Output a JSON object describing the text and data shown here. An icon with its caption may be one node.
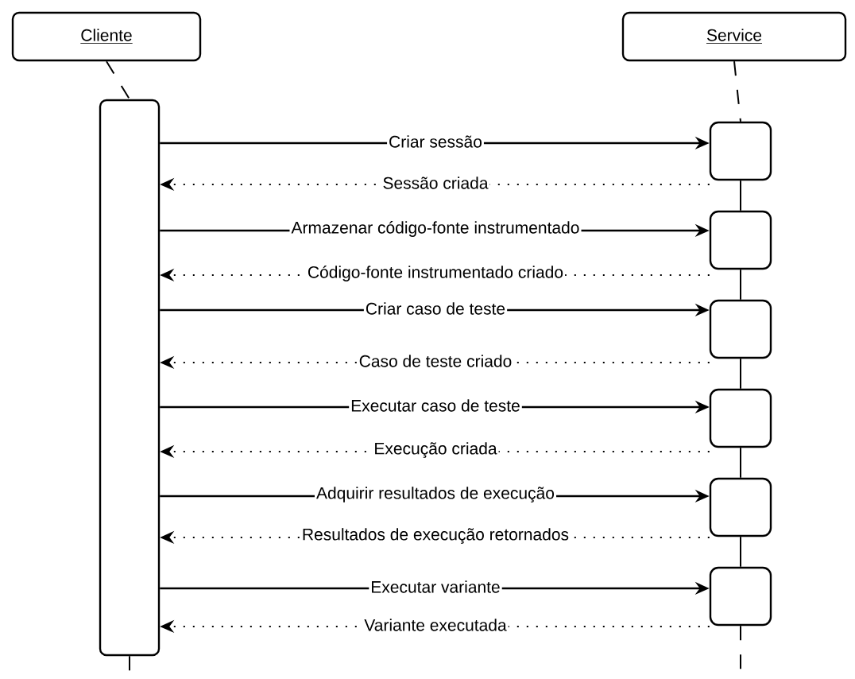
{
  "diagram": {
    "nodes": [
      {
        "text": [
          "Cliente"
        ]
      },
      {
        "text": [
          "Service"
        ]
      },
      {
        "text": [],
        "shape": "bar"
      },
      {
        "text": [],
        "shape": "box"
      },
      {
        "text": [],
        "shape": "box"
      },
      {
        "text": [],
        "shape": "box"
      },
      {
        "text": [],
        "shape": "box"
      },
      {
        "text": [],
        "shape": "box"
      },
      {
        "text": [],
        "shape": "box"
      }
    ],
    "edges": [
      {
        "from": 2,
        "to": 3,
        "arrow": "to",
        "label": "Criar sessão"
      },
      {
        "from": 3,
        "to": 2,
        "arrow": "to",
        "label": "Sessão criada",
        "style": "dashed"
      },
      {
        "from": 2,
        "to": 4,
        "arrow": "to",
        "label": "Armazenar código-fonte instrumentado"
      },
      {
        "from": 4,
        "to": 2,
        "arrow": "to",
        "label": "Código-fonte instrumentado criado",
        "style": "dashed"
      },
      {
        "from": 2,
        "to": 5,
        "arrow": "to",
        "label": "Criar caso de teste"
      },
      {
        "from": 5,
        "to": 2,
        "arrow": "to",
        "label": "Caso de teste criado",
        "style": "dashed"
      },
      {
        "from": 2,
        "to": 6,
        "arrow": "to",
        "label": "Executar caso de teste"
      },
      {
        "from": 6,
        "to": 2,
        "arrow": "to",
        "label": "Execução criada",
        "style": "dashed"
      },
      {
        "from": 2,
        "to": 7,
        "arrow": "to",
        "label": "Adquirir resultados de execução"
      },
      {
        "from": 7,
        "to": 2,
        "arrow": "to",
        "label": "Resultados de execução retornados",
        "style": "dashed"
      },
      {
        "from": 2,
        "to": 8,
        "arrow": "to",
        "label": "Executar variante"
      },
      {
        "from": 8,
        "to": 2,
        "arrow": "to",
        "label": "Variante executada",
        "style": "dashed"
      },
      {
        "from": 0,
        "to": 2,
        "arrow": "none",
        "style": "dashed"
      },
      {
        "from": 2,
        "to": null,
        "arrow": "none",
        "style": "dashed"
      },
      {
        "from": 1,
        "to": 3,
        "arrow": "none",
        "style": "dashed"
      },
      {
        "from": 3,
        "to": 4,
        "arrow": "none"
      },
      {
        "from": 4,
        "to": 5,
        "arrow": "none"
      },
      {
        "from": 5,
        "to": 6,
        "arrow": "none"
      },
      {
        "from": 6,
        "to": 7,
        "arrow": "none"
      },
      {
        "from": 7,
        "to": 8,
        "arrow": "none"
      },
      {
        "from": 8,
        "to": null,
        "arrow": "none",
        "style": "dashed"
      }
    ]
  }
}
